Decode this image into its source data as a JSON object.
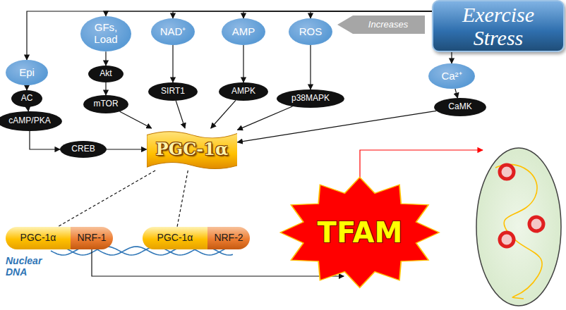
{
  "diagram": {
    "nodes": [
      {
        "text": [
          "Exercise Stress"
        ]
      },
      {
        "text": [
          "Epi"
        ]
      },
      {
        "text": [
          "GFs, Load"
        ]
      },
      {
        "text": [
          "NAD⁺"
        ]
      },
      {
        "text": [
          "AMP"
        ]
      },
      {
        "text": [
          "ROS"
        ]
      },
      {
        "text": [
          "Ca²⁺"
        ]
      },
      {
        "text": [
          "AC"
        ]
      },
      {
        "text": [
          "cAMP/PKA"
        ]
      },
      {
        "text": [
          "CREB"
        ]
      },
      {
        "text": [
          "Akt"
        ]
      },
      {
        "text": [
          "mTOR"
        ]
      },
      {
        "text": [
          "SIRT1"
        ]
      },
      {
        "text": [
          "AMPK"
        ]
      },
      {
        "text": [
          "p38MAPK"
        ]
      },
      {
        "text": [
          "CaMK"
        ]
      },
      {
        "text": [
          "PGC-1α"
        ]
      },
      {
        "text": [
          "PGC-1α"
        ]
      },
      {
        "text": [
          "NRF-1"
        ]
      },
      {
        "text": [
          "PGC-1α"
        ]
      },
      {
        "text": [
          "NRF-2"
        ]
      },
      {
        "text": [
          "TFAM"
        ]
      }
    ],
    "edges": [
      {
        "from": 0,
        "to": 1,
        "arrow": "to"
      },
      {
        "from": 0,
        "to": 2,
        "arrow": "to"
      },
      {
        "from": 0,
        "to": 3,
        "arrow": "to"
      },
      {
        "from": 0,
        "to": 4,
        "arrow": "to"
      },
      {
        "from": 0,
        "to": 5,
        "arrow": "to"
      },
      {
        "from": 0,
        "to": 6,
        "arrow": "to"
      },
      {
        "from": 1,
        "to": 7,
        "arrow": "to"
      },
      {
        "from": 7,
        "to": 8,
        "arrow": "to"
      },
      {
        "from": 8,
        "to": 9,
        "arrow": "to"
      },
      {
        "from": 9,
        "to": 16,
        "arrow": "to"
      },
      {
        "from": 2,
        "to": 10,
        "arrow": "to"
      },
      {
        "from": 10,
        "to": 11,
        "arrow": "to"
      },
      {
        "from": 11,
        "to": 16,
        "arrow": "to"
      },
      {
        "from": 3,
        "to": 12,
        "arrow": "to"
      },
      {
        "from": 12,
        "to": 16,
        "arrow": "to"
      },
      {
        "from": 4,
        "to": 13,
        "arrow": "to"
      },
      {
        "from": 13,
        "to": 16,
        "arrow": "to"
      },
      {
        "from": 5,
        "to": 14,
        "arrow": "to"
      },
      {
        "from": 14,
        "to": 16,
        "arrow": "to"
      },
      {
        "from": 6,
        "to": 15,
        "arrow": "to"
      },
      {
        "from": 15,
        "to": 16,
        "arrow": "to"
      },
      {
        "from": 16,
        "to": 17,
        "arrow": "none"
      },
      {
        "from": 16,
        "to": 19,
        "arrow": "none"
      },
      {
        "from": 18,
        "to": 21,
        "arrow": "to"
      }
    ],
    "labels": [
      "Increases",
      "Nuclear DNA"
    ]
  }
}
